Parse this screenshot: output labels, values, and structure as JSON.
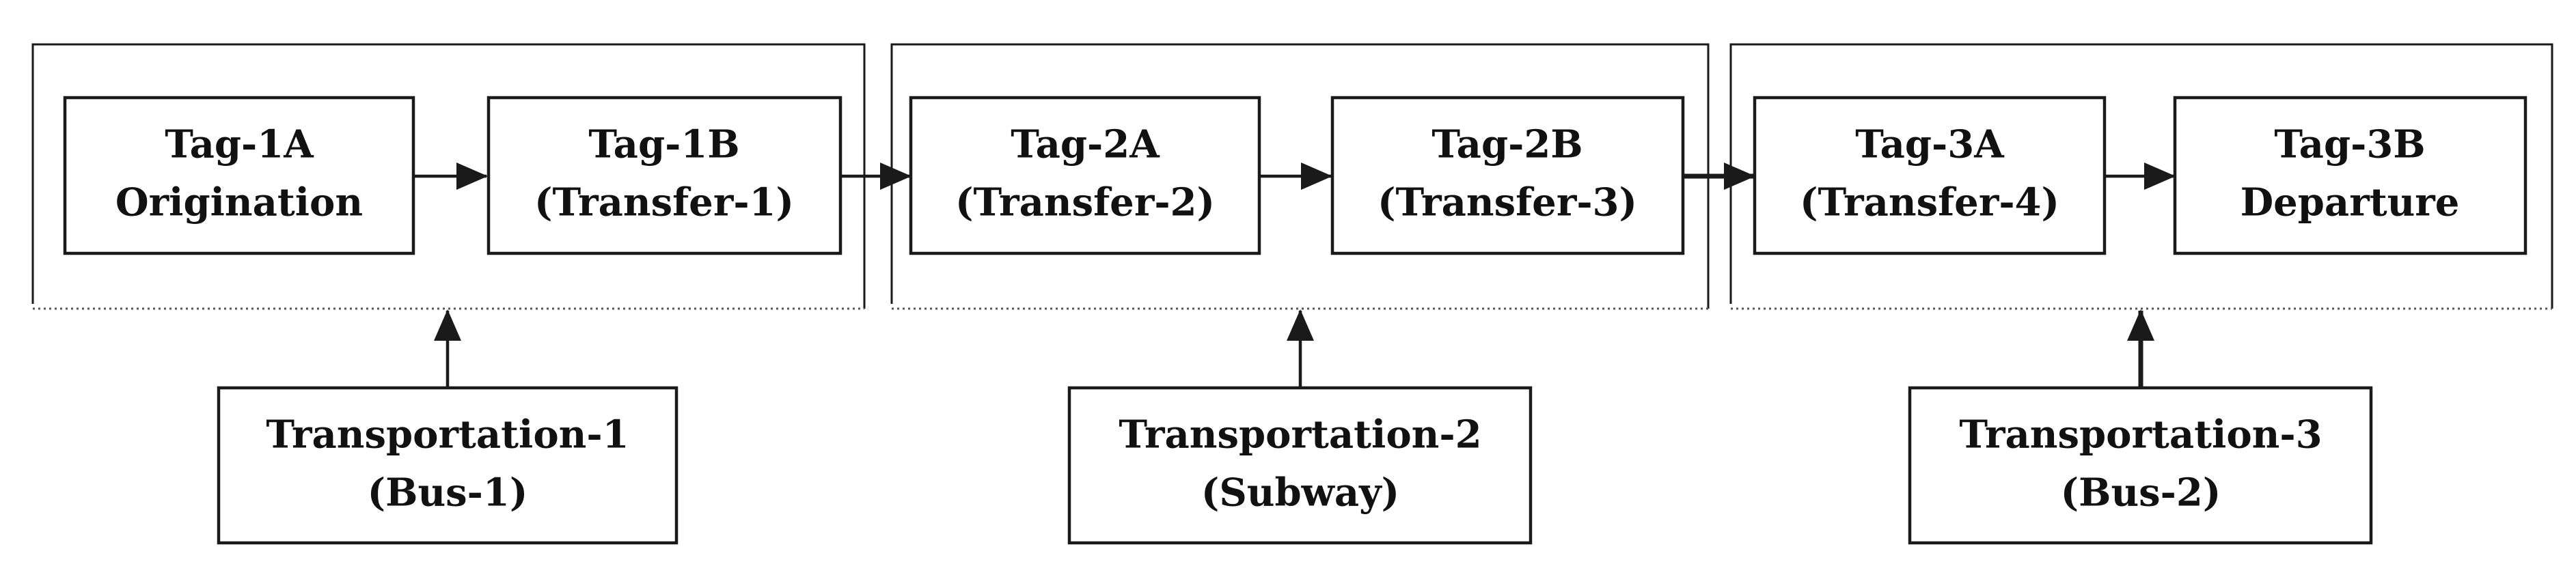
{
  "stages": [
    {
      "tags": [
        {
          "line1": "Tag-1A",
          "line2": "Origination"
        },
        {
          "line1": "Tag-1B",
          "line2": "(Transfer-1)"
        }
      ],
      "transport": {
        "line1": "Transportation-1",
        "line2": "(Bus-1)"
      }
    },
    {
      "tags": [
        {
          "line1": "Tag-2A",
          "line2": "(Transfer-2)"
        },
        {
          "line1": "Tag-2B",
          "line2": "(Transfer-3)"
        }
      ],
      "transport": {
        "line1": "Transportation-2",
        "line2": "(Subway)"
      }
    },
    {
      "tags": [
        {
          "line1": "Tag-3A",
          "line2": "(Transfer-4)"
        },
        {
          "line1": "Tag-3B",
          "line2": "Departure"
        }
      ],
      "transport": {
        "line1": "Transportation-3",
        "line2": "(Bus-2)"
      }
    }
  ],
  "colors": {
    "stroke": "#1a1a1a",
    "background": "#ffffff"
  }
}
